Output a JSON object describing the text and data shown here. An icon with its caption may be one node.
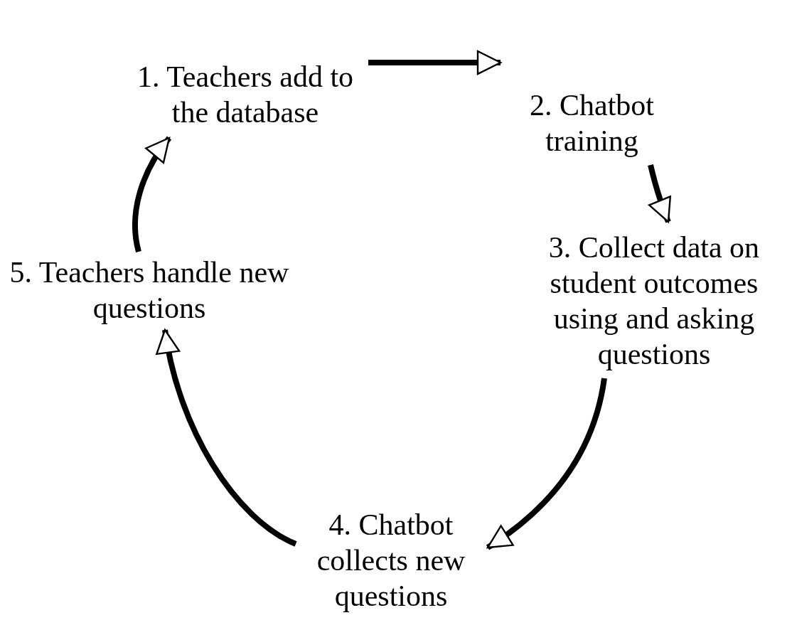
{
  "diagram": {
    "nodes": [
      {
        "text": [
          "1. Teachers add to the database"
        ]
      },
      {
        "text": [
          "2. Chatbot training"
        ]
      },
      {
        "text": [
          "3. Collect data on student outcomes using and asking questions"
        ]
      },
      {
        "text": [
          "4. Chatbot collects new questions"
        ]
      },
      {
        "text": [
          "5. Teachers handle new questions"
        ]
      }
    ],
    "edges": [
      {
        "from": 0,
        "to": 1,
        "arrow": "to"
      },
      {
        "from": 1,
        "to": 2,
        "arrow": "to"
      },
      {
        "from": 2,
        "to": 3,
        "arrow": "to"
      },
      {
        "from": 3,
        "to": 4,
        "arrow": "to"
      },
      {
        "from": 4,
        "to": 0,
        "arrow": "to"
      }
    ]
  }
}
